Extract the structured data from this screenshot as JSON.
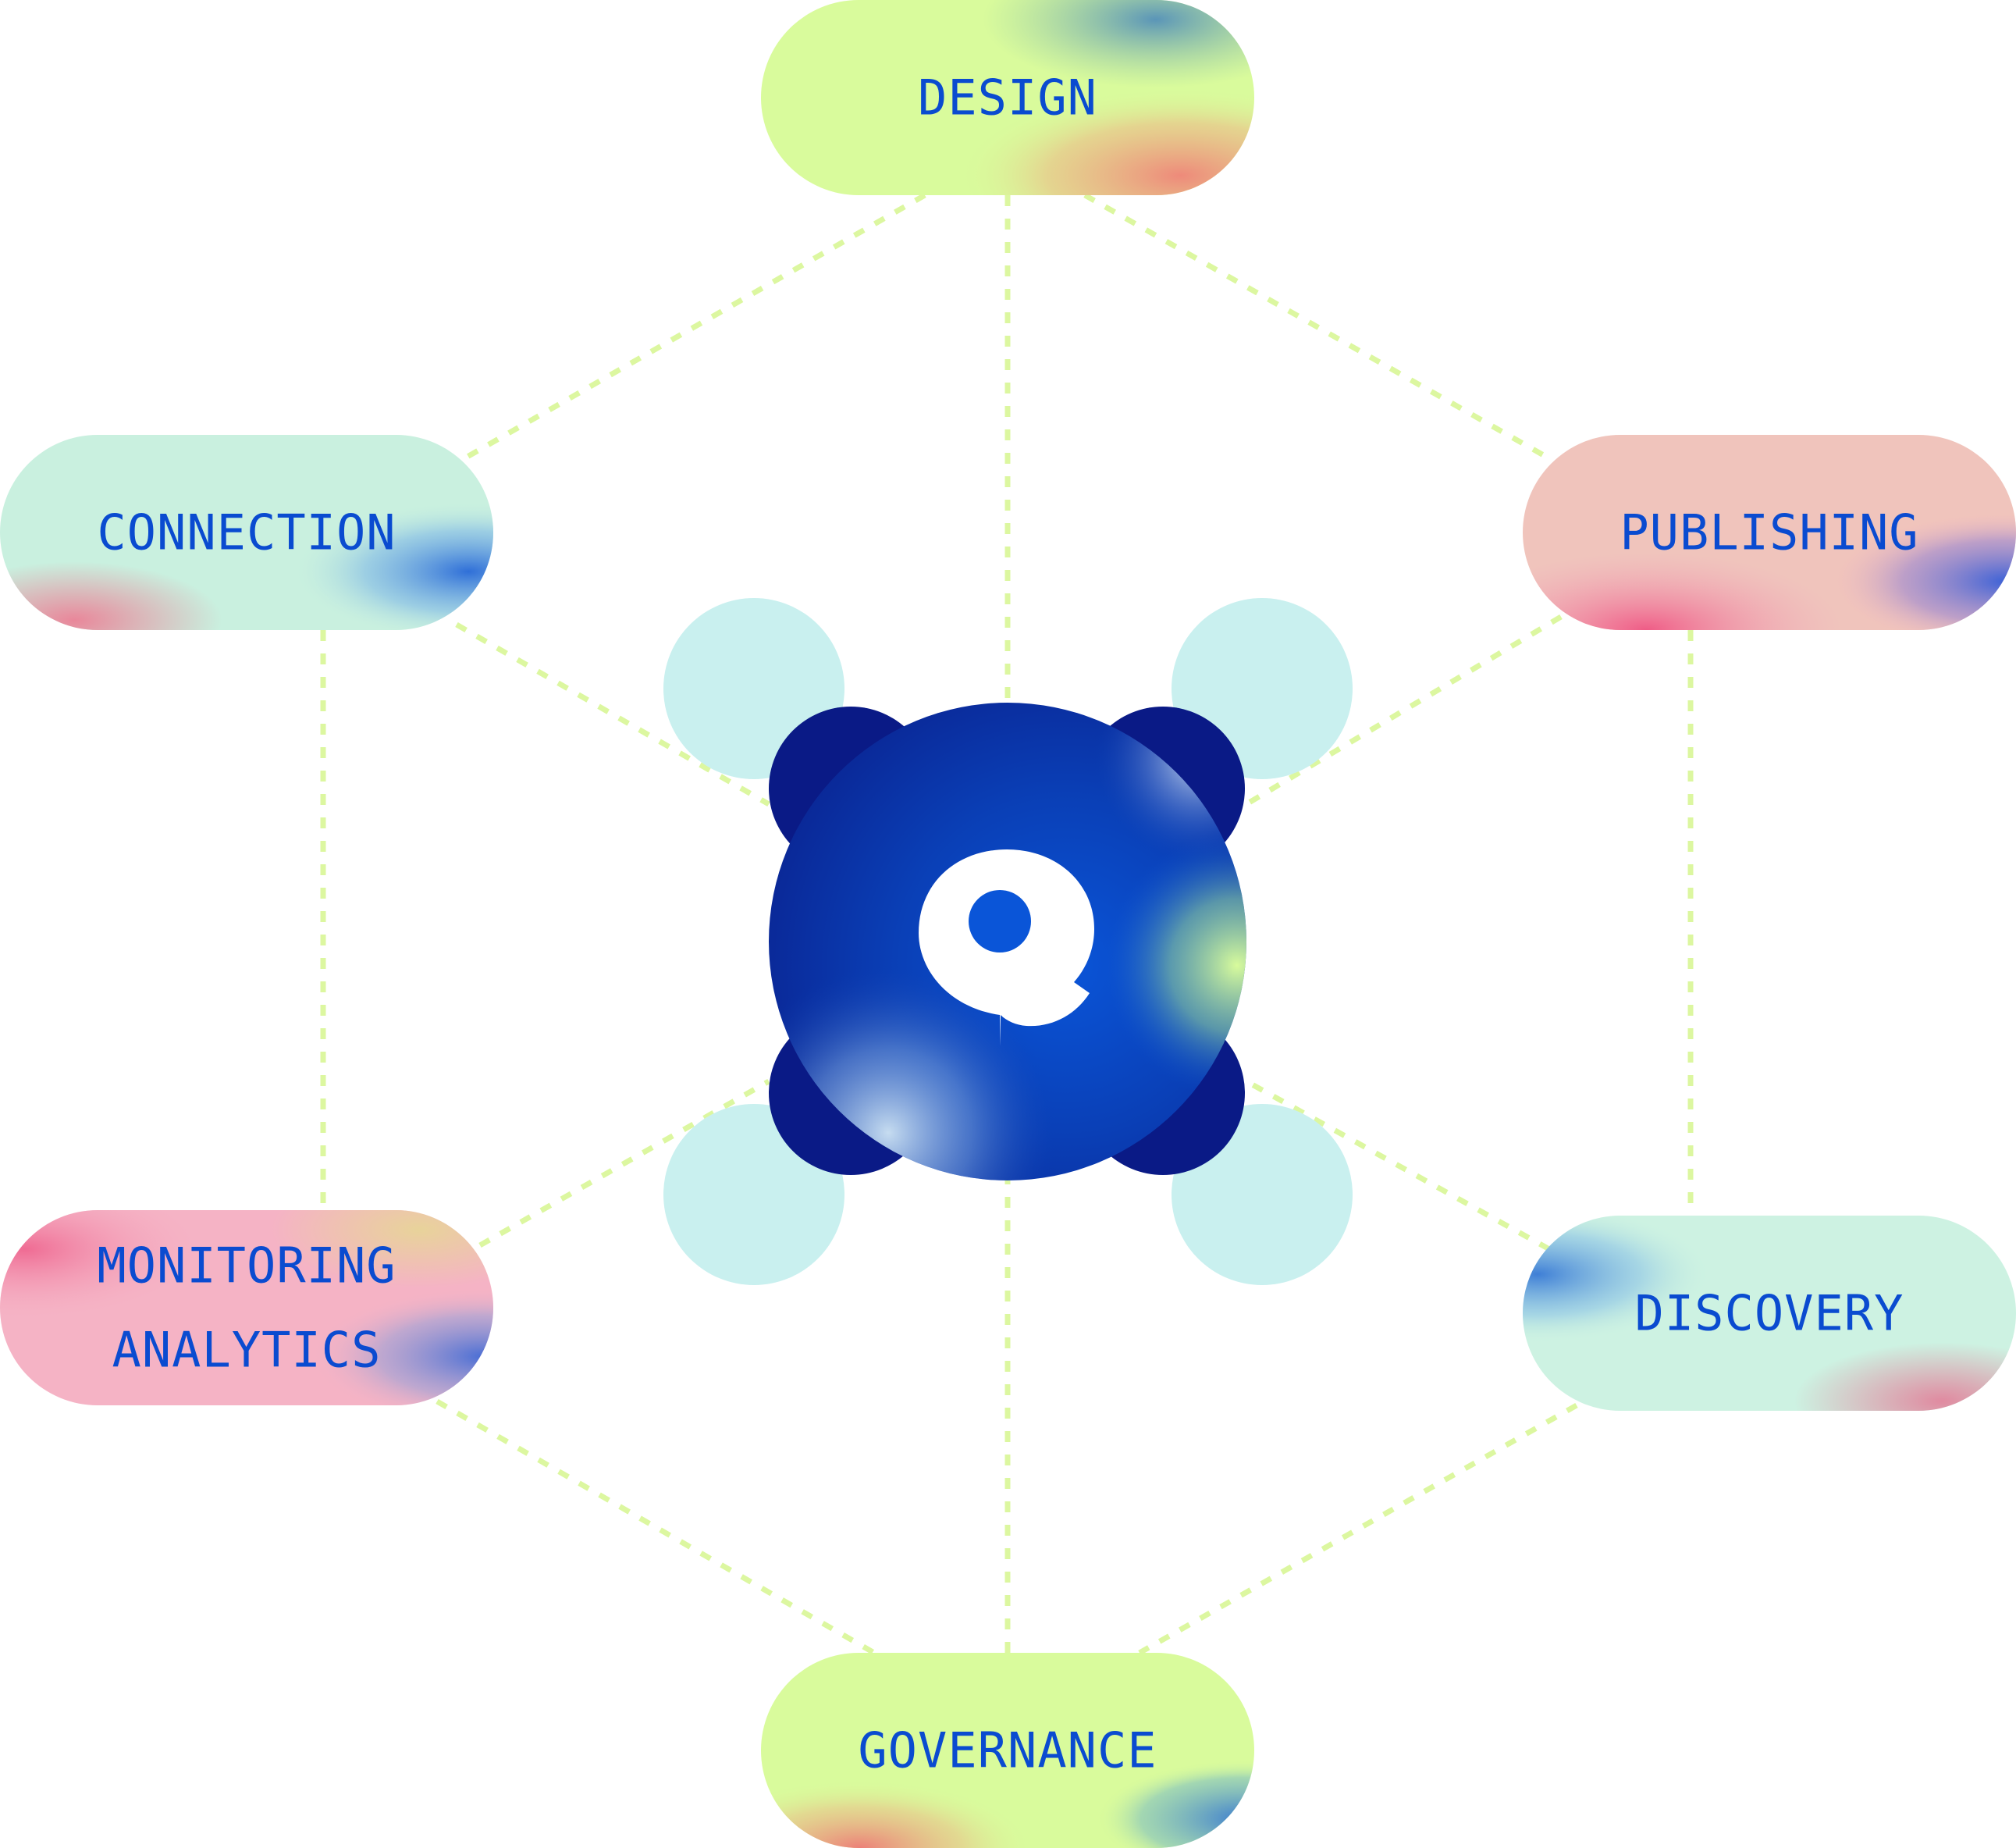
{
  "diagram": {
    "center": {
      "logo_icon": "q-logo-icon",
      "colors": {
        "core_dark": "#0a1a86",
        "core_mid": "#0a4bd0",
        "halo": "#c9f0ef",
        "highlight": "#d8fb9c"
      }
    },
    "nodes": [
      {
        "id": "design",
        "lines": [
          "DESIGN"
        ]
      },
      {
        "id": "connection",
        "lines": [
          "CONNECTION"
        ]
      },
      {
        "id": "publishing",
        "lines": [
          "PUBLISHING"
        ]
      },
      {
        "id": "monitoring-analytics",
        "lines": [
          "MONITORING",
          "ANALYTICS"
        ]
      },
      {
        "id": "discovery",
        "lines": [
          "DISCOVERY"
        ]
      },
      {
        "id": "governance",
        "lines": [
          "GOVERNANCE"
        ]
      }
    ],
    "edges": [
      [
        "design",
        "connection"
      ],
      [
        "design",
        "publishing"
      ],
      [
        "connection",
        "monitoring-analytics"
      ],
      [
        "publishing",
        "discovery"
      ],
      [
        "monitoring-analytics",
        "governance"
      ],
      [
        "discovery",
        "governance"
      ],
      [
        "design",
        "center"
      ],
      [
        "connection",
        "center"
      ],
      [
        "publishing",
        "center"
      ],
      [
        "monitoring-analytics",
        "center"
      ],
      [
        "discovery",
        "center"
      ],
      [
        "governance",
        "center"
      ]
    ],
    "label_color": "#0a4bd0",
    "connector_color": "#dcf7a0"
  }
}
